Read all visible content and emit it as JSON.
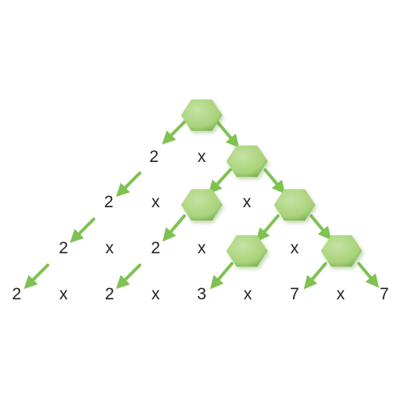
{
  "diagram": {
    "title": "",
    "accent_color": "#7ec251",
    "hexagon_fill": "#a8d27a",
    "hexagon_highlight": "#c5e3a3",
    "hexagon_shadow": "#6fae42",
    "text_color": "#231f20",
    "rows": [
      {
        "tokens": [
          "2",
          "x"
        ]
      },
      {
        "tokens": [
          "2",
          "x",
          "x"
        ]
      },
      {
        "tokens": [
          "2",
          "x",
          "2",
          "x",
          "x"
        ]
      },
      {
        "tokens": [
          "2",
          "x",
          "2",
          "x",
          "3",
          "x",
          "7",
          "x",
          "7"
        ]
      }
    ],
    "icons": {
      "node": "hexagon-icon",
      "branch": "arrow-icon"
    }
  }
}
